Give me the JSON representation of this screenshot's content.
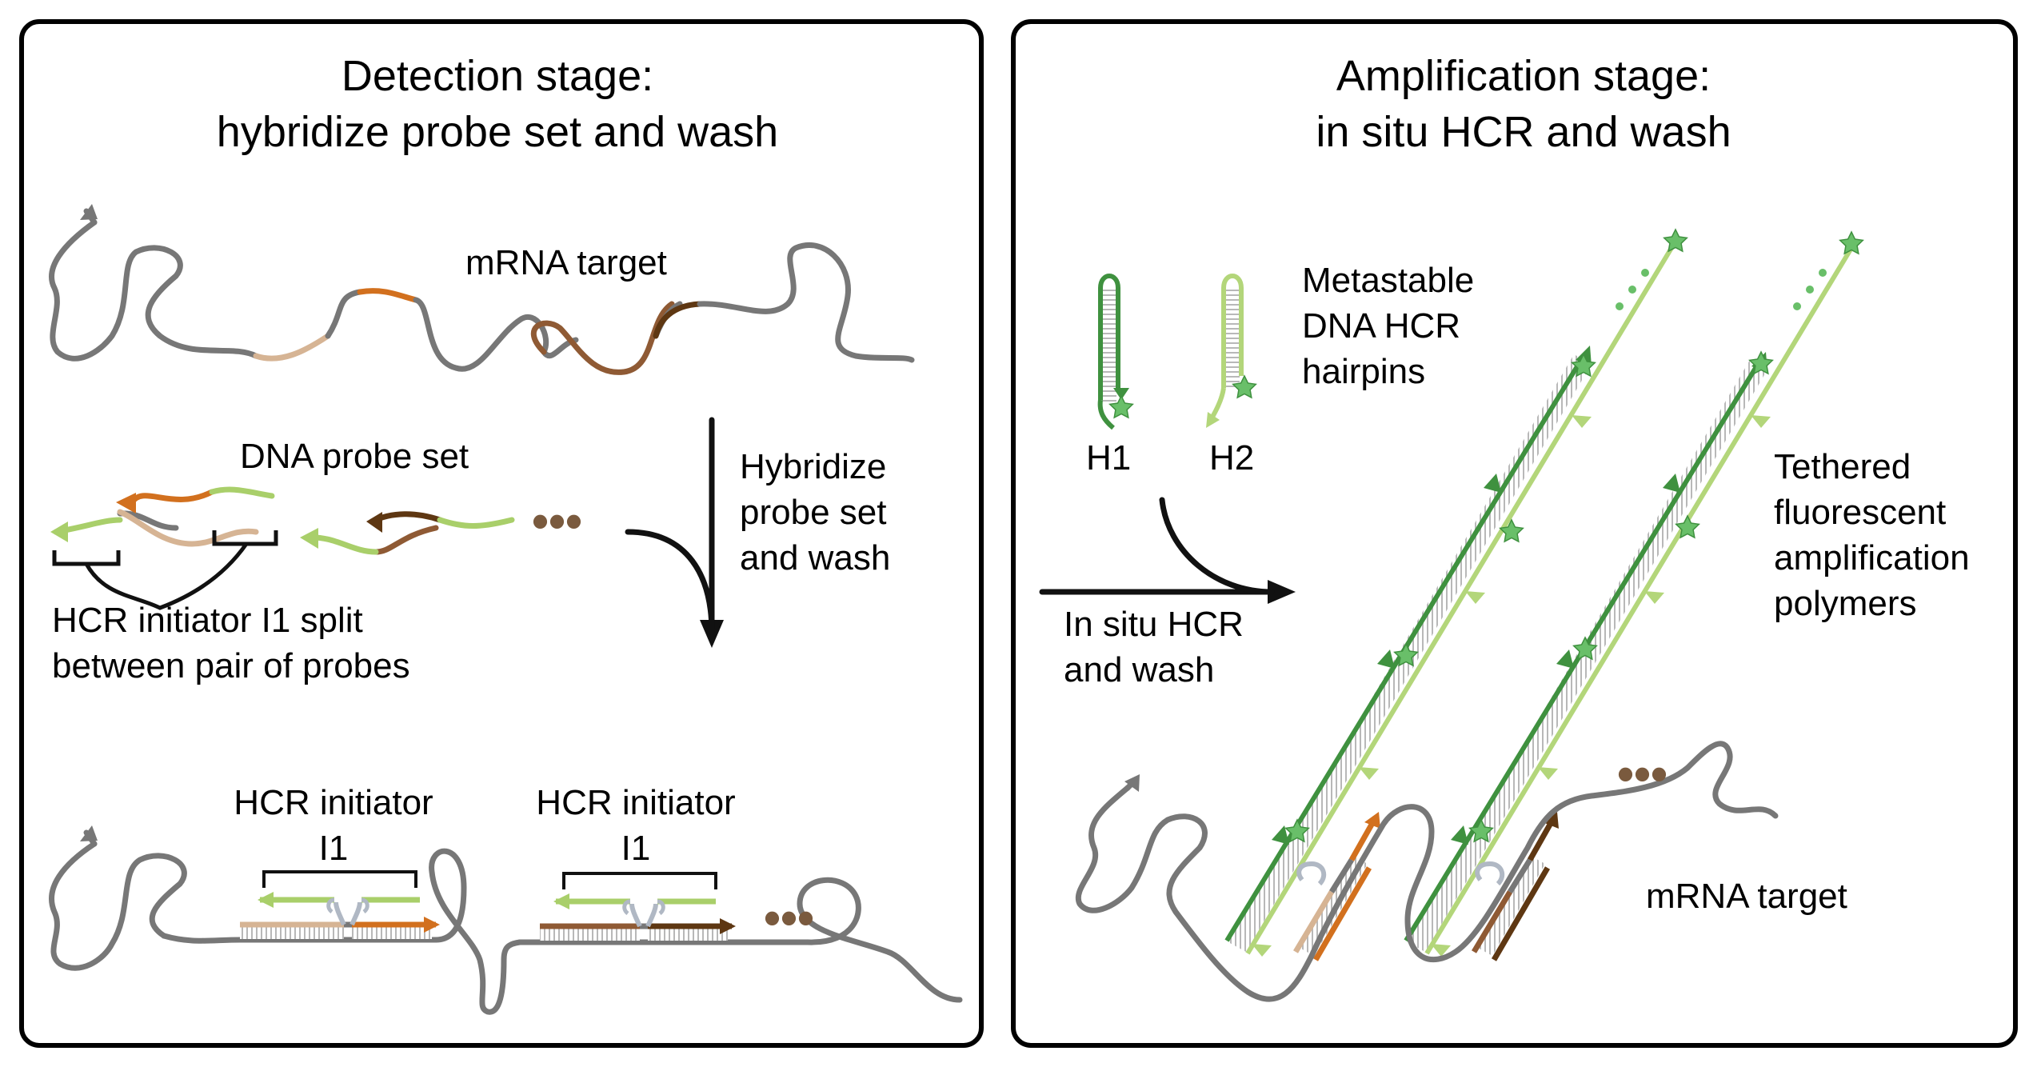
{
  "colors": {
    "mrna_gray": "#777777",
    "probe_tan": "#d6b494",
    "probe_orange": "#d2701e",
    "probe_brown_dark": "#5e3712",
    "probe_brown": "#8f5a34",
    "initiator_green": "#a9cf6a",
    "hairpin_dark_green": "#3f913f",
    "hairpin_light_green": "#b3d67a",
    "star_green": "#69bf69",
    "dots_brown": "#7a5a3e",
    "frame": "#000000"
  },
  "detection": {
    "title_line1": "Detection stage:",
    "title_line2": "hybridize probe set and wash",
    "mrna_label": "mRNA target",
    "probe_set_label": "DNA probe set",
    "step_line1": "Hybridize",
    "step_line2": "probe set",
    "step_line3": "and wash",
    "split_line1": "HCR initiator I1 split",
    "split_line2": "between pair of probes",
    "initiator_a_line1": "HCR initiator",
    "initiator_a_line2": "I1",
    "initiator_b_line1": "HCR initiator",
    "initiator_b_line2": "I1",
    "ellipsis": "•••"
  },
  "amplification": {
    "title_line1": "Amplification stage:",
    "title_line2": "in situ HCR and wash",
    "hairpins_line1": "Metastable",
    "hairpins_line2": "DNA HCR",
    "hairpins_line3": "hairpins",
    "h1": "H1",
    "h2": "H2",
    "step_line1": "In situ HCR",
    "step_line2": "and wash",
    "polymer_line1": "Tethered",
    "polymer_line2": "fluorescent",
    "polymer_line3": "amplification",
    "polymer_line4": "polymers",
    "mrna_label": "mRNA target",
    "ellipsis": "•••"
  }
}
